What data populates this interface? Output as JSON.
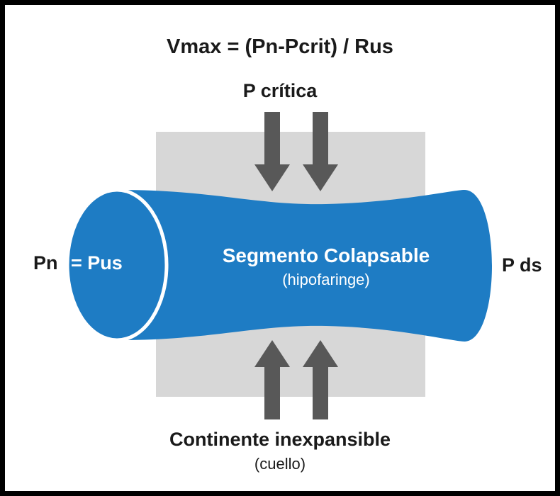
{
  "equation": "Vmax = (Pn-Pcrit) / Rus",
  "top_label": "P crítica",
  "left_label_outer": "Pn",
  "left_label_inner": "= Pus",
  "segment": {
    "title": "Segmento Colapsable",
    "subtitle": "(hipofaringe)"
  },
  "right_label": "P ds",
  "bottom": {
    "title": "Continente inexpansible",
    "subtitle": "(cuello)"
  },
  "colors": {
    "tube": "#1e7cc4",
    "box": "#d7d7d7",
    "arrow": "#585858",
    "border": "#000000"
  },
  "icons": {
    "compression_arrows_top": "arrow-down-icon",
    "compression_arrows_bottom": "arrow-up-icon"
  }
}
